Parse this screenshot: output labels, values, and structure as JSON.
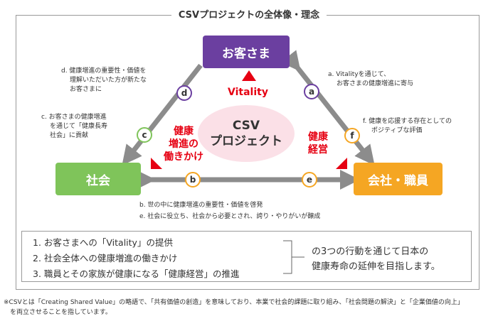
{
  "header": {
    "title": "CSVプロジェクトの全体像・理念"
  },
  "nodes": {
    "customer": "お客さま",
    "society": "社会",
    "company": "会社・職員"
  },
  "center": {
    "line1": "CSV",
    "line2": "プロジェクト"
  },
  "labels": {
    "vitality": "Vitality",
    "promotion_line1": "健康",
    "promotion_line2": "増進の",
    "promotion_line3": "働きかけ",
    "management_line1": "健康",
    "management_line2": "経営"
  },
  "badges": {
    "a": "a",
    "b": "b",
    "c": "c",
    "d": "d",
    "e": "e",
    "f": "f"
  },
  "notes": {
    "a_line1": "a. Vitalityを通じて、",
    "a_line2": "お客さまの健康増進に寄与",
    "f_line1": "f. 健康を応援する存在としての",
    "f_line2": "ポジティブな評価",
    "d_line1": "d. 健康増進の重要性・価値を",
    "d_line2": "理解いただいた方が新たな",
    "d_line3": "お客さまに",
    "c_line1": "c. お客さまの健康増進",
    "c_line2": "を通じて「健康長寿",
    "c_line3": "社会」に貢献",
    "b_line": "b. 世の中に健康増進の重要性・価値を啓発",
    "e_line": "e. 社会に役立ち、社会から必要とされ、誇り・やりがいが醸成"
  },
  "actions": [
    "1. お客さまへの「Vitality」の提供",
    "2. 社会全体への健康増進の働きかけ",
    "3. 職員とその家族が健康になる「健康経営」の推進"
  ],
  "goal": {
    "line1": "の3つの行動を通じて日本の",
    "line2": "健康寿命の延伸を目指します。"
  },
  "footnote": {
    "line1": "※CSVとは「Creating Shared Value」の略語で、「共有価値の創造」を意味しており、本業で社会的課題に取り組み、「社会問題の解決」と「企業価値の向上」",
    "line2": "を両立させることを指しています。"
  },
  "colors": {
    "purple": "#6b3fa0",
    "green": "#7fc45a",
    "orange": "#f5a623",
    "red": "#e60012",
    "pink": "#fbe0e7",
    "arrow": "#8c8c8c"
  }
}
